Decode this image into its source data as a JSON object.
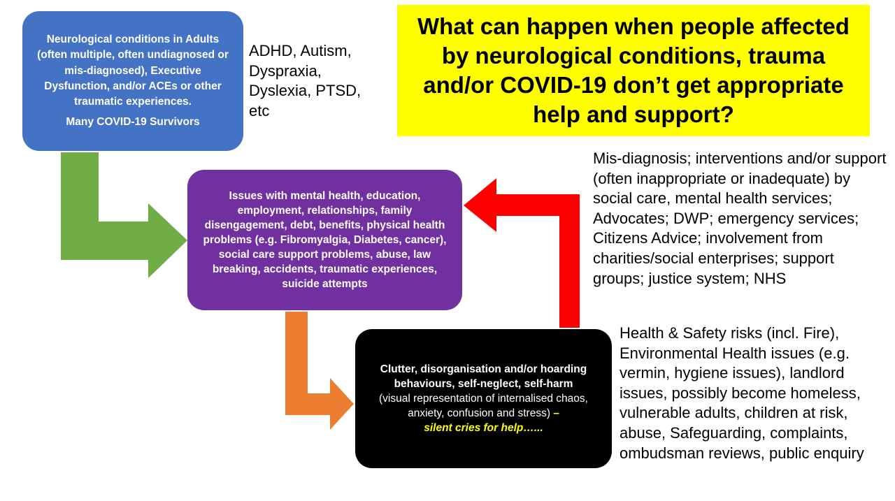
{
  "blue_box": {
    "main": "Neurological conditions in Adults (often multiple, often undiagnosed or mis-diagnosed), Executive Dysfunction, and/or ACEs or other traumatic experiences.",
    "sub": "Many COVID-19 Survivors"
  },
  "conditions_list": "ADHD, Autism, Dyspraxia, Dyslexia, PTSD, etc",
  "title": "What can happen when people affected by neurological conditions, trauma and/or COVID-19 don’t get appropriate help and support?",
  "services_text": "Mis-diagnosis; interventions and/or support (often inappropriate or inadequate) by social care, mental health services; Advocates; DWP; emergency services; Citizens Advice; involvement from charities/social enterprises; support groups; justice system; NHS",
  "purple_box": "Issues with mental health, education, employment, relationships, family disengagement, debt, benefits, physical health problems (e.g. Fibromyalgia, Diabetes, cancer), social care support problems, abuse, law breaking, accidents, traumatic experiences, suicide attempts",
  "black_box": {
    "bold": "Clutter, disorganisation and/or hoarding behaviours, self-neglect, self-harm",
    "normal": "(visual representation of internalised chaos, anxiety, confusion and stress)",
    "dash": "–",
    "cries": "silent cries for help…..."
  },
  "consequences_text": "Health & Safety risks (incl. Fire), Environmental Health issues (e.g. vermin, hygiene issues), landlord issues, possibly become homeless, vulnerable adults, children at risk, abuse, Safeguarding, complaints, ombudsman reviews, public enquiry",
  "colors": {
    "blue": "#4472c4",
    "purple": "#7030a0",
    "black": "#000000",
    "yellow": "#ffff00",
    "green_arrow": "#70ad47",
    "orange_arrow": "#ed7d31",
    "red_arrow": "#ff0000"
  }
}
